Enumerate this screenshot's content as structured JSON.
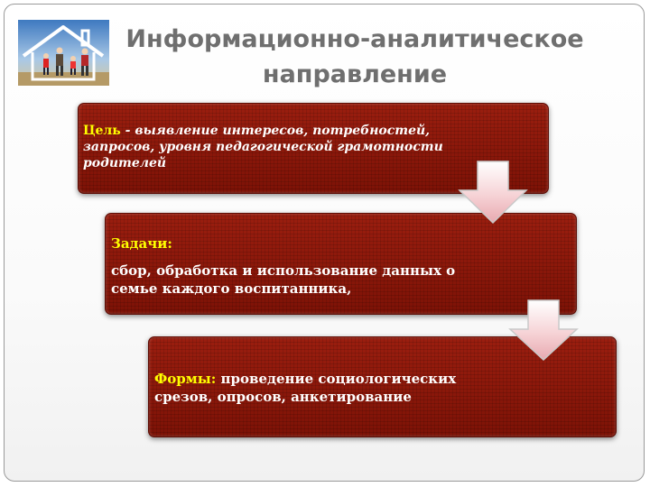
{
  "title": {
    "line1": "Информационно-аналитическое",
    "line2": "направление"
  },
  "logo": {
    "icon": "family-house-icon"
  },
  "goal": {
    "label": "Цель",
    "text": " - выявление интересов, потребностей, запросов,  уровня педагогической грамотности родителей"
  },
  "tasks": {
    "label": "Задачи:",
    "text": "сбор, обработка и использование данных о семье каждого воспитанника,"
  },
  "forms": {
    "label": "Формы:",
    "text": " проведение социологических срезов, опросов, анкетирование"
  },
  "colors": {
    "box": "#8e1608",
    "label": "#ffff00",
    "title": "#6f6f6f",
    "arrow": "#f2c3c8"
  }
}
